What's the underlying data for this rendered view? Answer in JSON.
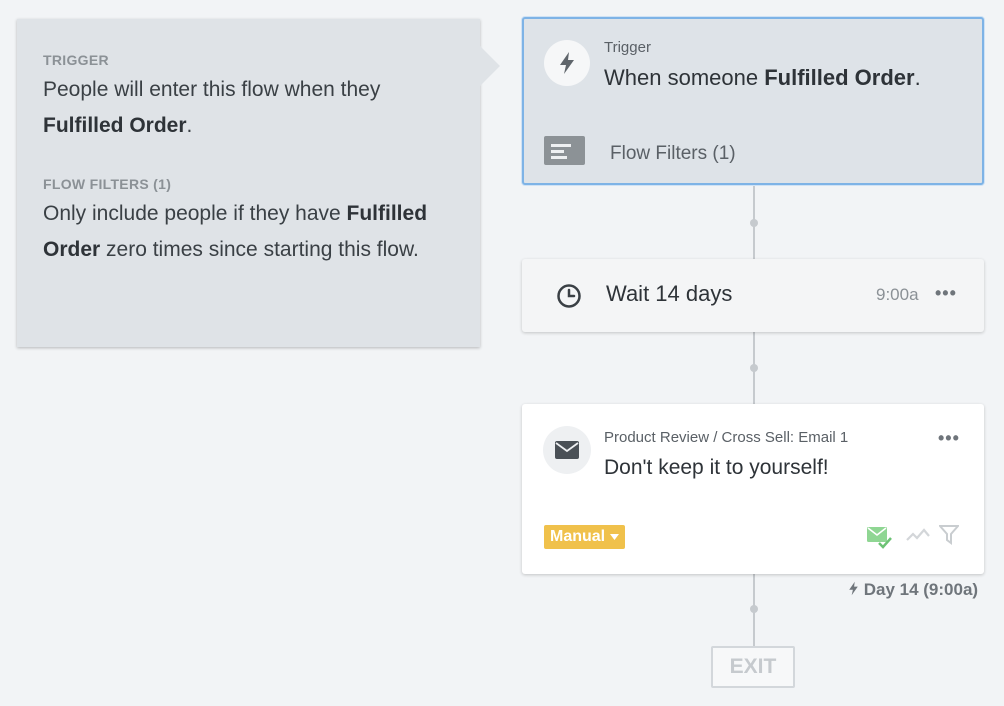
{
  "summary": {
    "trigger_heading": "TRIGGER",
    "trigger_prefix": "People will enter this flow when they ",
    "trigger_metric": "Fulfilled Order",
    "trigger_suffix": ".",
    "filters_heading": "FLOW FILTERS (1)",
    "filters_prefix": "Only include people if they have ",
    "filters_metric": "Fulfilled Order",
    "filters_suffix": " zero times since starting this flow."
  },
  "trigger_card": {
    "label": "Trigger",
    "text_prefix": "When someone ",
    "metric": "Fulfilled Order",
    "text_suffix": ".",
    "filters_label": "Flow Filters (1)",
    "icon": "lightning-icon",
    "filter_icon": "filter-list-icon"
  },
  "wait_card": {
    "label": "Wait 14 days",
    "time": "9:00a",
    "more": "•••",
    "icon": "clock-icon"
  },
  "email_card": {
    "title": "Product Review / Cross Sell: Email 1",
    "subject": "Don't keep it to yourself!",
    "more": "•••",
    "status_badge": "Manual",
    "icon": "envelope-icon"
  },
  "schedule": {
    "day_label": "Day 14 (9:00a)"
  },
  "exit_label": "EXIT",
  "colors": {
    "background": "#f2f4f6",
    "trigger_border": "#7eb3e6",
    "badge": "#f0c14b",
    "success": "#7fcf86"
  }
}
